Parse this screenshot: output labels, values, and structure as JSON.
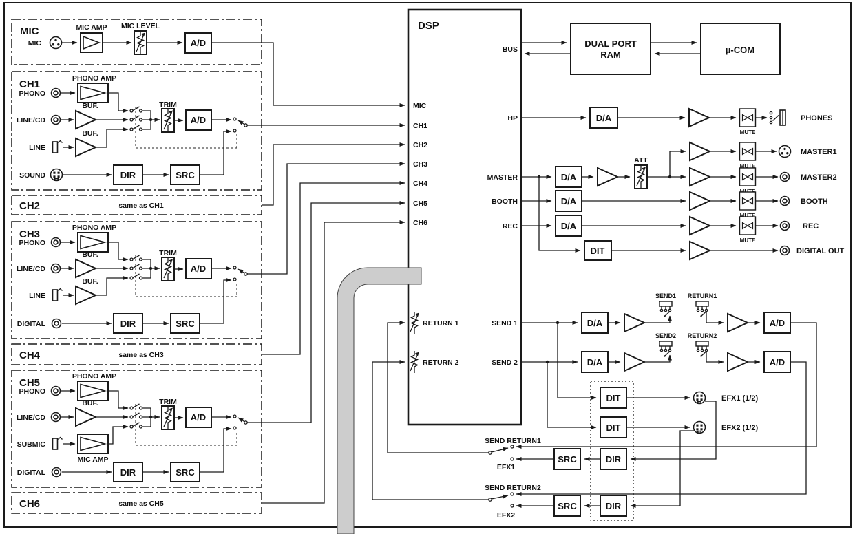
{
  "colors": {
    "ink": "#1a1a1a",
    "pipe_fill": "#cdcdcd",
    "background": "#ffffff"
  },
  "shared": {
    "ad": "A/D",
    "da": "D/A",
    "dir": "DIR",
    "src": "SRC",
    "dit": "DIT",
    "mute": "MUTE",
    "trim": "TRIM",
    "buf": "BUF.",
    "phono_amp": "PHONO AMP"
  },
  "mic_block": {
    "title": "MIC",
    "input": "MIC",
    "amp_label": "MIC AMP",
    "level_label": "MIC LEVEL"
  },
  "ch1": {
    "title": "CH1",
    "phono": "PHONO",
    "line_cd": "LINE/CD",
    "line": "LINE",
    "sound": "SOUND"
  },
  "ch2": {
    "title": "CH2",
    "note": "same as CH1"
  },
  "ch3": {
    "title": "CH3",
    "phono": "PHONO",
    "line_cd": "LINE/CD",
    "line": "LINE",
    "digital": "DIGITAL"
  },
  "ch4": {
    "title": "CH4",
    "note": "same as CH3"
  },
  "ch5": {
    "title": "CH5",
    "phono": "PHONO",
    "line_cd": "LINE/CD",
    "submic": "SUBMIC",
    "digital": "DIGITAL",
    "mic_amp": "MIC AMP"
  },
  "ch6": {
    "title": "CH6",
    "note": "same as CH5"
  },
  "dsp": {
    "title": "DSP",
    "ports_left": {
      "mic": "MIC",
      "ch1": "CH1",
      "ch2": "CH2",
      "ch3": "CH3",
      "ch4": "CH4",
      "ch5": "CH5",
      "ch6": "CH6",
      "return1": "RETURN 1",
      "return2": "RETURN 2"
    },
    "ports_right": {
      "bus": "BUS",
      "hp": "HP",
      "master": "MASTER",
      "booth": "BOOTH",
      "rec": "REC",
      "send1": "SEND 1",
      "send2": "SEND 2"
    }
  },
  "top_right": {
    "dual_port_ram_line1": "DUAL PORT",
    "dual_port_ram_line2": "RAM",
    "ucom": "µ-COM"
  },
  "outputs": {
    "att": "ATT",
    "phones": "PHONES",
    "master1": "MASTER1",
    "master2": "MASTER2",
    "booth": "BOOTH",
    "rec": "REC",
    "digital_out": "DIGITAL OUT"
  },
  "send_return": {
    "send1_jack": "SEND1",
    "return1_jack": "RETURN1",
    "send2_jack": "SEND2",
    "return2_jack": "RETURN2",
    "efx1_conn": "EFX1 (1/2)",
    "efx2_conn": "EFX2 (1/2)",
    "send_return1": "SEND RETURN1",
    "send_return2": "SEND RETURN2",
    "efx1": "EFX1",
    "efx2": "EFX2"
  },
  "icons": {
    "xlr": "xlr-connector-icon",
    "rca": "rca-connector-icon",
    "minidin": "mini-din-connector-icon",
    "minijack": "mini-jack-icon",
    "amp": "amplifier-icon",
    "level": "variable-level-icon",
    "mute": "mute-switch-icon",
    "insert_jack": "insert-jack-icon",
    "phones_jack": "headphone-jack-icon"
  }
}
